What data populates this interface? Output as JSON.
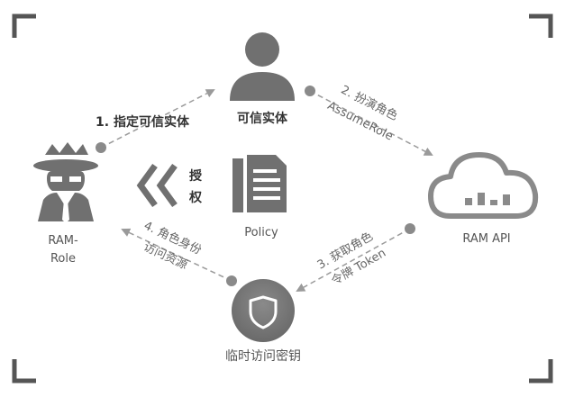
{
  "nodes": {
    "trusted_entity": "可信实体",
    "ram_role_line1": "RAM-",
    "ram_role_line2": "Role",
    "policy": "Policy",
    "ram_api": "RAM API",
    "temp_key": "临时访问密钥"
  },
  "steps": {
    "step1": "1. 指定可信实体",
    "step2_line1": "2. 扮演角色",
    "step2_line2": "AssumeRole",
    "step3_line1": "3. 获取角色",
    "step3_line2": "令牌 Token",
    "step4_line1": "4. 角色身份",
    "step4_line2": "访问资源"
  },
  "grant": {
    "line1": "授",
    "line2": "权"
  },
  "colors": {
    "icon": "#707070",
    "icon_light": "#8a8a8a",
    "line": "#9a9a9a",
    "corner": "#555555"
  },
  "icons": {
    "trusted_entity": "user-icon",
    "ram_role": "spy-icon",
    "policy": "document-icon",
    "ram_api": "cloud-icon",
    "temp_key": "shield-icon",
    "grant": "double-chevron-left-icon"
  }
}
